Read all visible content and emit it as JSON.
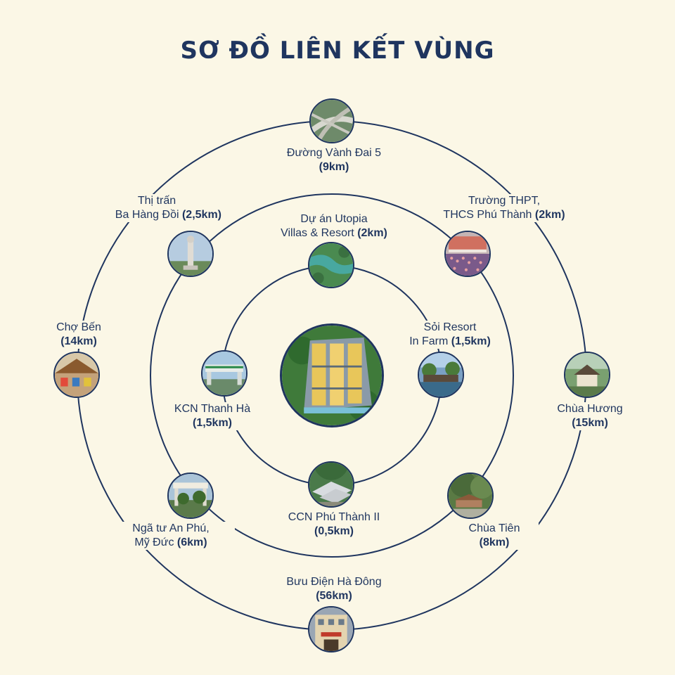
{
  "title": "SƠ ĐỒ LIÊN KẾT VÙNG",
  "colors": {
    "background": "#fbf7e6",
    "navy": "#1f355f"
  },
  "center": {
    "name": "Project site aerial image",
    "icon": "aerial-site-plan"
  },
  "locations": {
    "vanh_dai_5": {
      "line1": "Đường Vành Đai 5",
      "dist": "(9km)"
    },
    "thi_tran": {
      "line1": "Thị trấn",
      "line2": "Ba Hàng Đồi",
      "dist": "(2,5km)"
    },
    "truong": {
      "line1": "Trường THPT,",
      "line2": "THCS Phú Thành",
      "dist": "(2km)"
    },
    "utopia": {
      "line1": "Dự án Utopia",
      "line2": "Villas & Resort",
      "dist": "(2km)"
    },
    "cho_ben": {
      "line1": "Chợ Bến",
      "dist": "(14km)"
    },
    "soi_resort": {
      "line1": "Sỏi Resort",
      "line2": "In Farm",
      "dist": "(1,5km)"
    },
    "kcn": {
      "line1": "KCN Thanh Hà",
      "dist": "(1,5km)"
    },
    "chua_huong": {
      "line1": "Chùa Hương",
      "dist": "(15km)"
    },
    "nga_tu": {
      "line1": "Ngã tư An Phú,",
      "line2": "Mỹ Đức",
      "dist": "(6km)"
    },
    "ccn": {
      "line1": "CCN Phú Thành II",
      "dist": "(0,5km)"
    },
    "chua_tien": {
      "line1": "Chùa Tiên",
      "dist": "(8km)"
    },
    "buu_dien": {
      "line1": "Bưu Điện Hà Đông",
      "dist": "(56km)"
    }
  }
}
